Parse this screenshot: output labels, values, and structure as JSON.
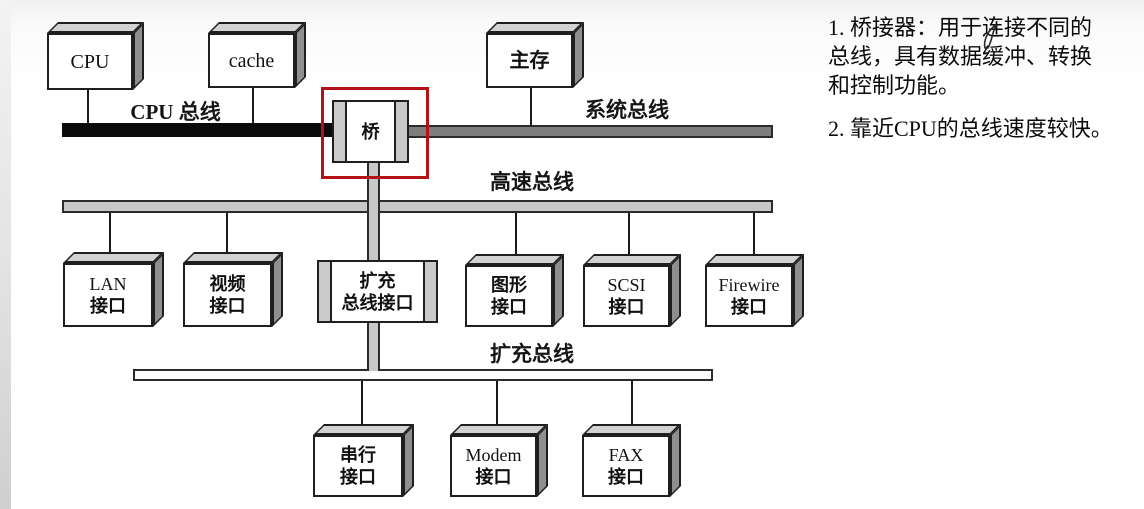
{
  "colors": {
    "red_highlight": "#b51218",
    "cpu_bus_fill": "#0b0b0b",
    "system_bus_fill": "#7d7d7d",
    "highspeed_bus_fill": "#c7c7c7",
    "expansion_bus_fill": "#fdfdfd",
    "box_top_face": "#d2d2d2",
    "box_side_face": "#8f8f8f",
    "bridge_stripe": "#cacaca",
    "outline": "#1f1f1f"
  },
  "diagram": {
    "bus_labels": {
      "cpu_bus": "CPU 总线",
      "system_bus": "系统总线",
      "highspeed_bus": "高速总线",
      "expansion_bus": "扩充总线"
    },
    "boxes": {
      "cpu": {
        "line1": "CPU"
      },
      "cache": {
        "line1": "cache"
      },
      "main_memory": {
        "line1": "主存"
      },
      "bridge": {
        "line1": "桥"
      },
      "lan": {
        "line1": "LAN",
        "line2": "接口"
      },
      "video": {
        "line1": "视频",
        "line2": "接口"
      },
      "expansion_interface": {
        "line1": "扩充",
        "line2": "总线接口"
      },
      "graphics": {
        "line1": "图形",
        "line2": "接口"
      },
      "scsi": {
        "line1": "SCSI",
        "line2": "接口"
      },
      "firewire": {
        "line1": "Firewire",
        "line2": "接口"
      },
      "serial": {
        "line1": "串行",
        "line2": "接口"
      },
      "modem": {
        "line1": "Modem",
        "line2": "接口"
      },
      "fax": {
        "line1": "FAX",
        "line2": "接口"
      }
    }
  },
  "notes": {
    "item1_lines": [
      "1. 桥接器：用于连接不同的",
      "总线，具有数据缓冲、转换",
      "和控制功能。"
    ],
    "item2_lines": [
      "2. 靠近CPU的总线速度较快。"
    ]
  }
}
